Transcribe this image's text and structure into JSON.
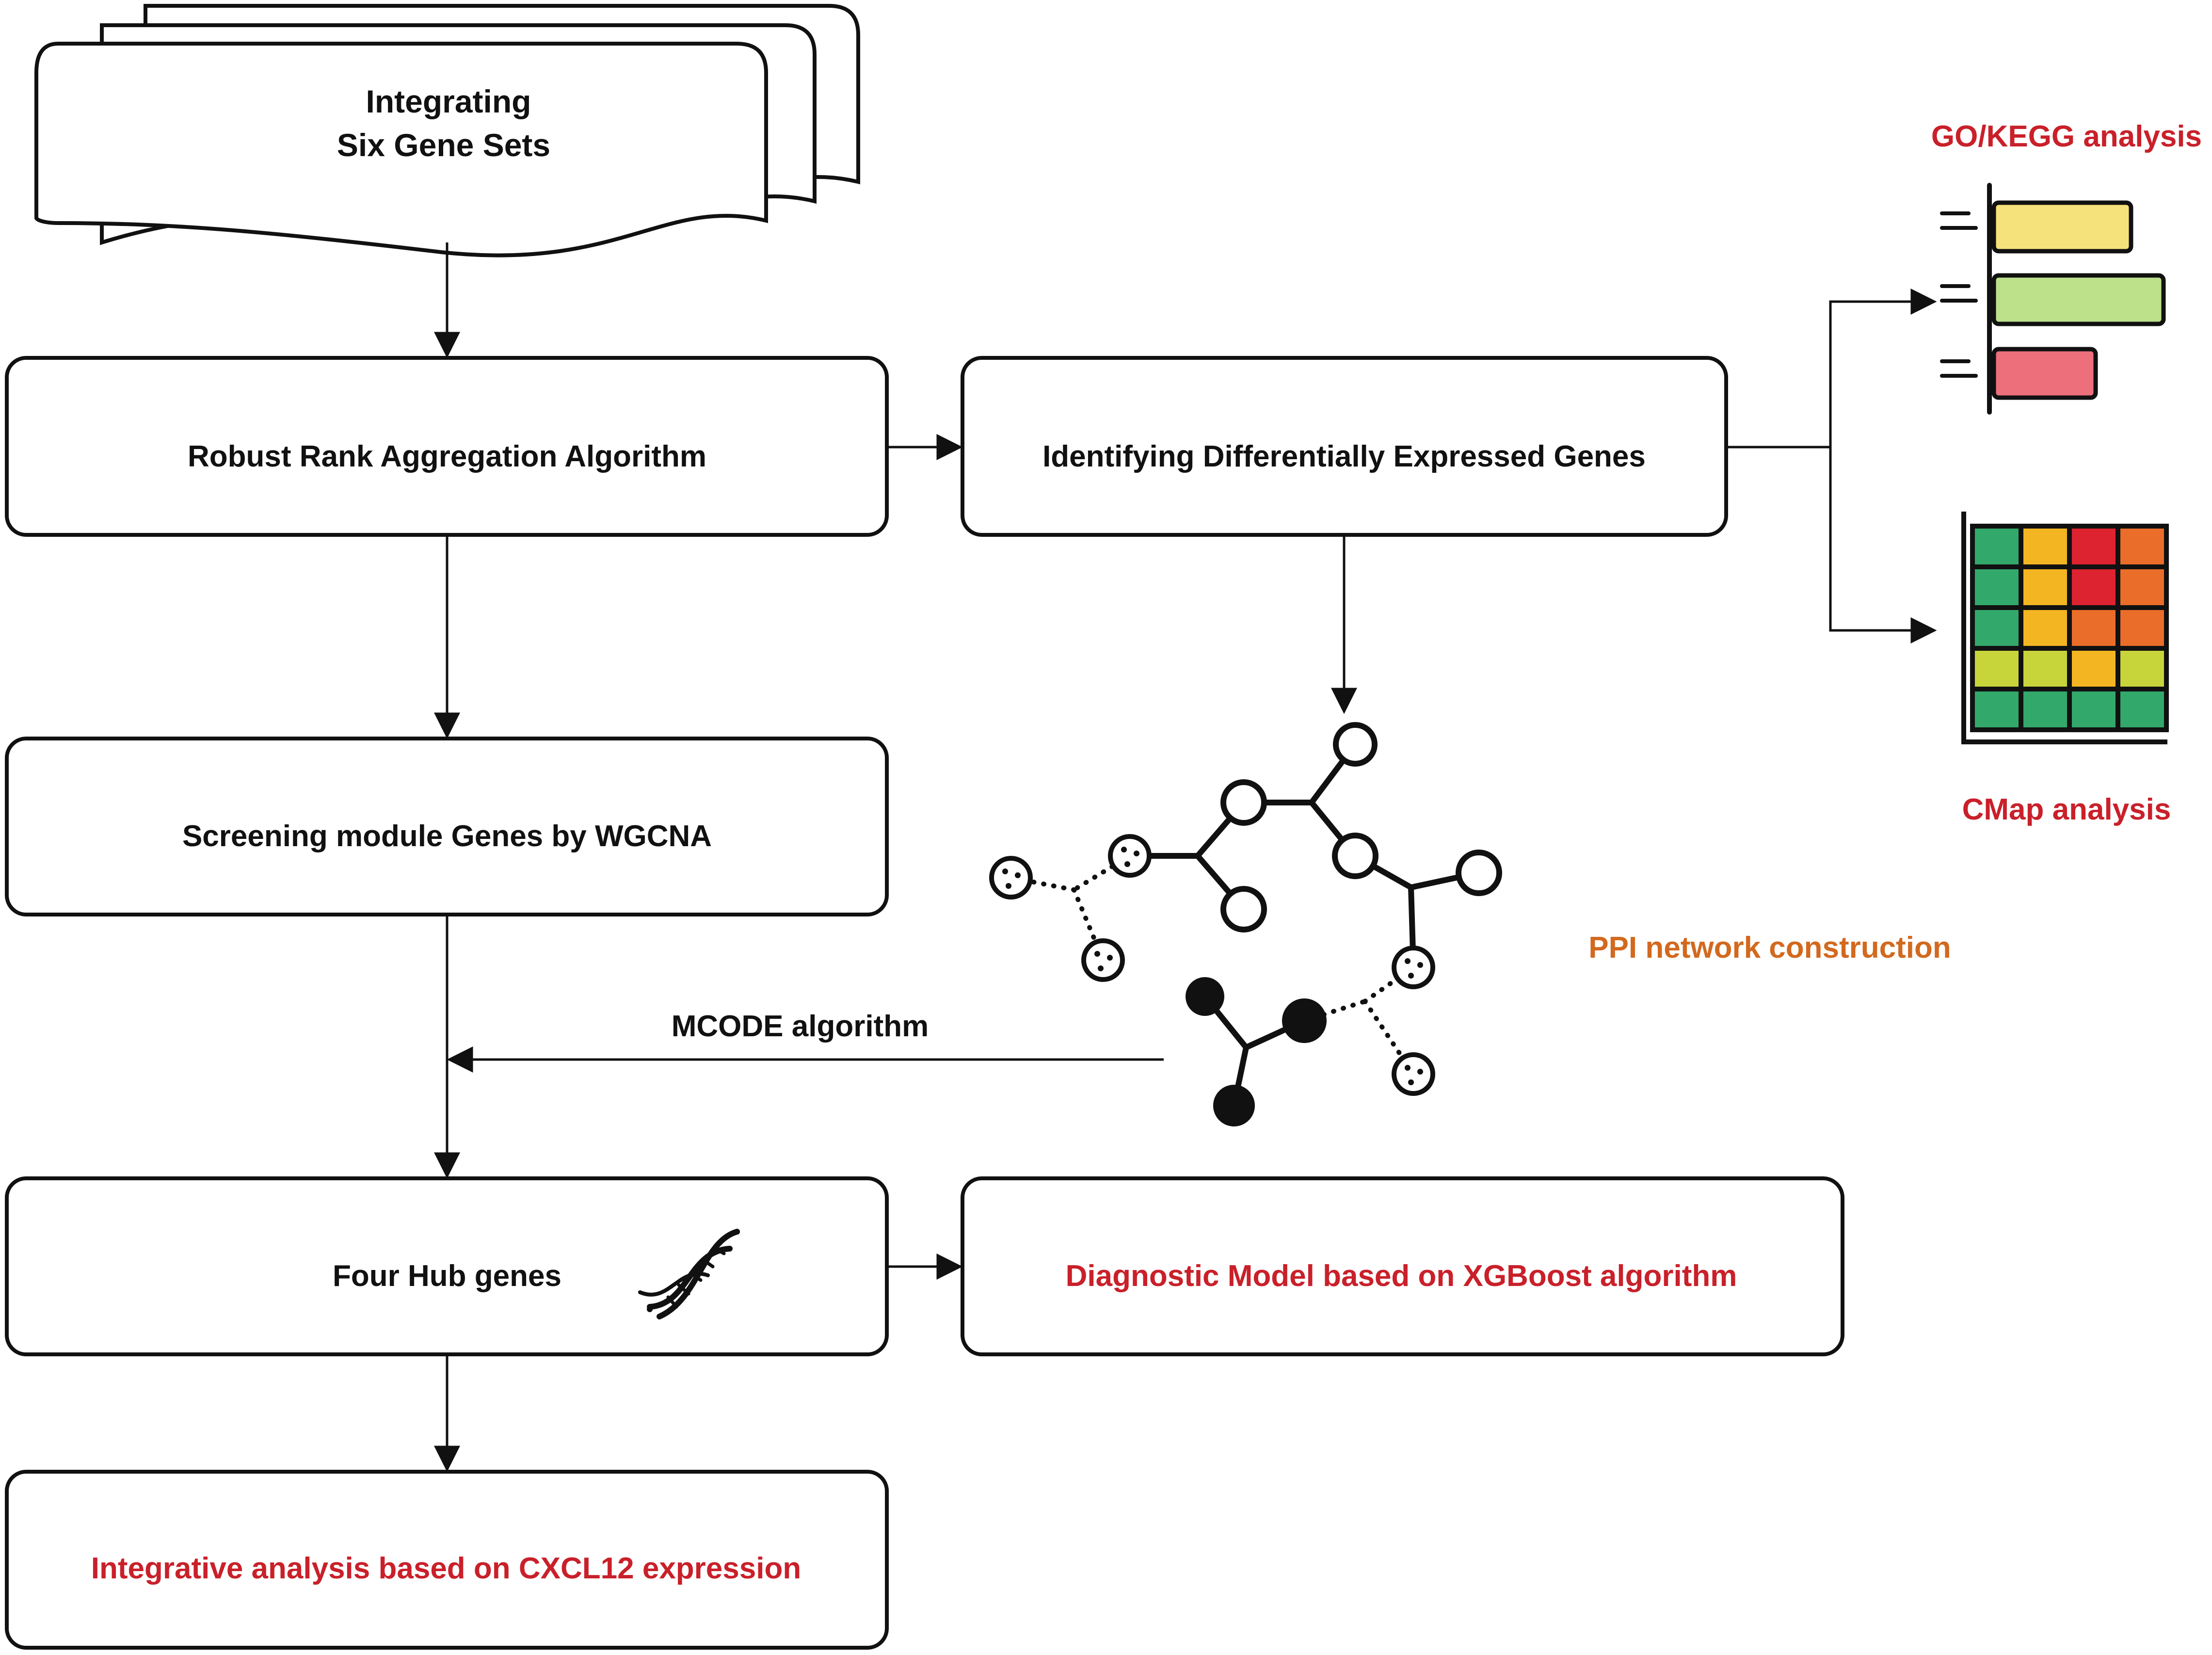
{
  "nodes": {
    "gene_sets": {
      "line1": "Integrating",
      "line2": "Six Gene Sets"
    },
    "rra": {
      "label": "Robust Rank Aggregation Algorithm"
    },
    "deg": {
      "label": "Identifying Differentially Expressed Genes"
    },
    "wgcna": {
      "label": "Screening module Genes by WGCNA"
    },
    "hub": {
      "label": "Four Hub genes"
    },
    "xgboost": {
      "label": "Diagnostic Model based on XGBoost algorithm"
    },
    "cxcl12": {
      "label": "Integrative analysis based on CXCL12 expression"
    }
  },
  "annotations": {
    "go_kegg": "GO/KEGG analysis",
    "cmap": "CMap analysis",
    "ppi": "PPI network construction",
    "mcode": "MCODE algorithm"
  },
  "colors": {
    "line": "#111111",
    "red_text": "#c9202a",
    "orange_text": "#d2691e",
    "bar_yellow": "#f6e27a",
    "bar_green": "#bde08a",
    "bar_red": "#ee6f7c",
    "heat_green": "#33a86b",
    "heat_yellow": "#f3b521",
    "heat_orange": "#ea6d2a",
    "heat_red": "#dd2230",
    "heat_lime": "#c7d53a"
  },
  "icons": [
    "bar-chart-icon",
    "heatmap-icon",
    "network-icon",
    "dna-icon"
  ]
}
